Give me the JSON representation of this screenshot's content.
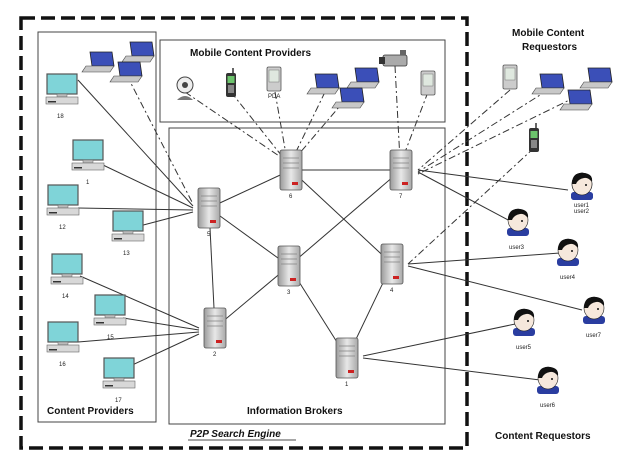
{
  "labels": {
    "mobile_content_providers": "Mobile Content Providers",
    "mobile_content_requestors": "Mobile Content\nRequestors",
    "content_providers": "Content Providers",
    "information_brokers": "Information Brokers",
    "p2p_search_engine": "P2P Search Engine",
    "content_requestors": "Content Requestors",
    "pda": "PDA"
  },
  "brokers": [
    "6",
    "7",
    "5",
    "3",
    "4",
    "2",
    "1"
  ],
  "providers": [
    "18",
    "1",
    "12",
    "13",
    "14",
    "15",
    "16",
    "17"
  ],
  "users": [
    "user1",
    "user2",
    "user3",
    "user4",
    "user7",
    "user5",
    "user6"
  ],
  "colors": {
    "monitor_screen": "#7fd4d8",
    "laptop_screen": "#3b4fb8",
    "server_led": "#cc2222",
    "border": "#111111"
  },
  "icons": [
    "monitor-icon",
    "laptop-icon",
    "server-icon",
    "user-icon",
    "phone-icon",
    "pda-icon",
    "webcam-icon",
    "camcorder-icon"
  ]
}
